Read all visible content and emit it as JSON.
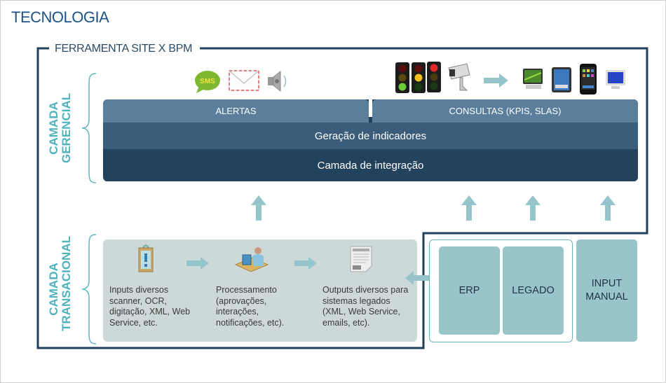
{
  "page": {
    "title": "TECNOLOGIA",
    "container_title": "FERRAMENTA SITE X BPM"
  },
  "colors": {
    "title_blue": "#1e5485",
    "outline_navy": "#1f3f5b",
    "layer_teal": "#4fb2bd",
    "tab_blue": "#5a7e9c",
    "band_mid": "#3a5d7b",
    "band_dark": "#23425e",
    "arrow_teal": "#95c5cb",
    "system_box": "#99c4c9",
    "transaction_panel": "#cdd9d8"
  },
  "layers": {
    "gerencial": {
      "label_line1": "CAMADA",
      "label_line2": "GERENCIAL",
      "alert_icons": [
        "sms-icon",
        "email-icon",
        "speaker-icon"
      ],
      "monitor_icons": [
        "traffic-light-green-icon",
        "traffic-light-yellow-icon",
        "traffic-light-red-icon",
        "security-camera-icon",
        "arrow-right-icon",
        "tv-icon",
        "tablet-icon",
        "smartphone-icon",
        "monitor-icon"
      ],
      "sms_text": "SMS",
      "tabs": {
        "alertas": "ALERTAS",
        "consultas": "CONSULTAS (KPIS, SLAS)"
      },
      "bands": {
        "geracao": "Geração de indicadores",
        "integracao": "Camada de integração"
      }
    },
    "transacional": {
      "label_line1": "CAMADA",
      "label_line2": "TRANSACIONAL",
      "steps": [
        {
          "icon": "clipboard-alert-icon",
          "text": "Inputs diversos\nscanner, OCR,\ndigitação, XML, Web\nService, etc."
        },
        {
          "icon": "operator-workstation-icon",
          "text": "Processamento\n(aprovações,\ninterações,\nnotificações, etc)."
        },
        {
          "icon": "document-icon",
          "text": "Outputs diversos para\nsistemas legados\n(XML, Web Service,\nemails, etc)."
        }
      ],
      "systems": [
        {
          "label": "ERP"
        },
        {
          "label": "LEGADO"
        },
        {
          "label": "INPUT\nMANUAL"
        }
      ]
    }
  }
}
